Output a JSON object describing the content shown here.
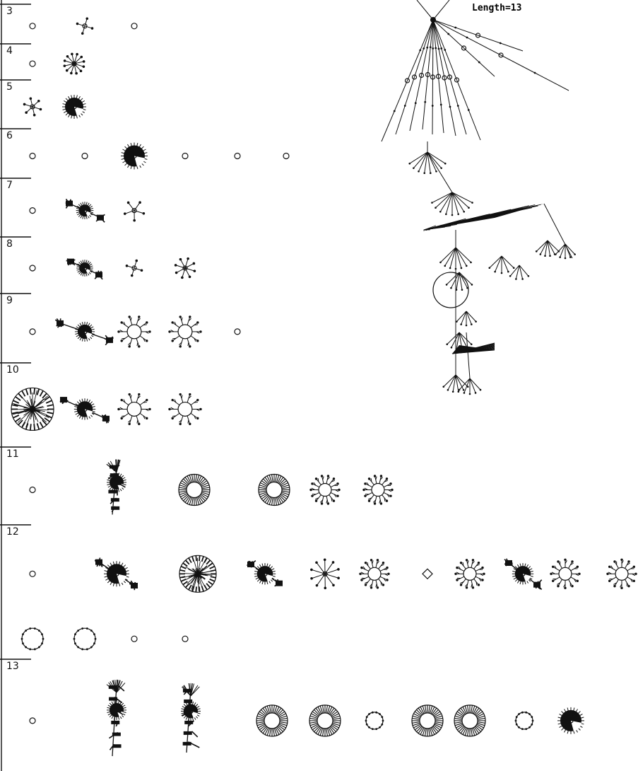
{
  "caption": "Length=13",
  "ink_color": "#111111",
  "background_color": "#ffffff",
  "rows": [
    {
      "label": "3",
      "glyphs": [
        {
          "k": "small"
        },
        {
          "k": "star",
          "n": 4,
          "r": 11
        },
        {
          "k": "small"
        }
      ]
    },
    {
      "label": "4",
      "glyphs": [
        {
          "k": "small"
        },
        {
          "k": "star",
          "n": 12,
          "r": 14
        }
      ]
    },
    {
      "label": "5",
      "glyphs": [
        {
          "k": "star",
          "n": 6,
          "r": 12
        },
        {
          "k": "blob",
          "s": 13
        }
      ]
    },
    {
      "label": "6",
      "glyphs": [
        {
          "k": "small"
        },
        {
          "k": "small"
        },
        {
          "k": "blob",
          "s": 15
        },
        {
          "k": "small"
        },
        {
          "k": "small"
        },
        {
          "k": "small"
        }
      ]
    },
    {
      "label": "7",
      "glyphs": [
        {
          "k": "small"
        },
        {
          "k": "dumbbell",
          "w": 44,
          "h": 30
        },
        {
          "k": "star",
          "n": 5,
          "r": 14
        }
      ]
    },
    {
      "label": "8",
      "glyphs": [
        {
          "k": "small"
        },
        {
          "k": "dumbbell",
          "w": 40,
          "h": 28
        },
        {
          "k": "star",
          "n": 4,
          "r": 11
        },
        {
          "k": "star",
          "n": 8,
          "r": 14
        }
      ]
    },
    {
      "label": "9",
      "glyphs": [
        {
          "k": "small"
        },
        {
          "k": "dumbbell",
          "w": 70,
          "h": 36
        },
        {
          "k": "sun",
          "n": 10,
          "r": 22
        },
        {
          "k": "sun",
          "n": 10,
          "r": 22
        },
        {
          "k": "small"
        }
      ]
    },
    {
      "label": "10",
      "glyphs": [
        {
          "k": "bigblob",
          "s": 30
        },
        {
          "k": "dumbbell",
          "w": 60,
          "h": 40
        },
        {
          "k": "sun",
          "n": 10,
          "r": 22
        },
        {
          "k": "sun",
          "n": 10,
          "r": 22
        }
      ]
    },
    {
      "label": "11",
      "glyphs": [
        {
          "k": "small"
        },
        {
          "k": "tree3",
          "h": 70
        },
        {
          "k": "wreath",
          "r": 22
        },
        {
          "k": "wreath",
          "r": 22
        },
        {
          "k": "sun",
          "n": 14,
          "r": 20
        },
        {
          "k": "sun",
          "n": 14,
          "r": 20
        }
      ]
    },
    {
      "label": "12",
      "glyphs": [
        {
          "k": "small"
        },
        {
          "k": "dumbbell",
          "w": 50,
          "h": 50
        },
        {
          "k": "bigblob",
          "s": 26
        },
        {
          "k": "dumbbell",
          "w": 40,
          "h": 40
        },
        {
          "k": "star",
          "n": 10,
          "r": 20
        },
        {
          "k": "sun",
          "n": 14,
          "r": 20
        },
        {
          "k": "diamond"
        },
        {
          "k": "sun",
          "n": 14,
          "r": 20
        },
        {
          "k": "dumbbell",
          "w": 40,
          "h": 46
        },
        {
          "k": "sun",
          "n": 12,
          "r": 20
        },
        {
          "k": "sun",
          "n": 12,
          "r": 20
        }
      ]
    },
    {
      "label": "",
      "glyphs": [
        {
          "k": "ring",
          "r": 15
        },
        {
          "k": "ring",
          "r": 15
        },
        {
          "k": "small"
        },
        {
          "k": "small"
        }
      ]
    },
    {
      "label": "13",
      "glyphs": [
        {
          "k": "small"
        },
        {
          "k": "tree3",
          "h": 100
        },
        {
          "k": "tree3",
          "h": 90
        },
        {
          "k": "wreath",
          "r": 22
        },
        {
          "k": "wreath",
          "r": 22
        },
        {
          "k": "ring",
          "r": 12
        },
        {
          "k": "wreath",
          "r": 22
        },
        {
          "k": "wreath",
          "r": 22
        },
        {
          "k": "ring",
          "r": 12
        },
        {
          "k": "blob",
          "s": 15
        }
      ]
    }
  ]
}
